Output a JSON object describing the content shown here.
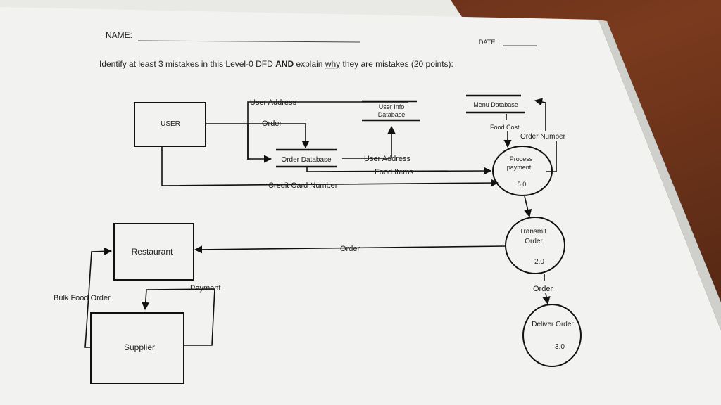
{
  "header": {
    "name_label": "NAME:",
    "date_label": "DATE:",
    "instructions_prefix": "Identify at least 3 mistakes in this Level-0 DFD ",
    "instructions_and": "AND",
    "instructions_mid": " explain ",
    "instructions_why": "why",
    "instructions_suffix": " they are mistakes (20 points):"
  },
  "entities": {
    "user": "USER",
    "restaurant": "Restaurant",
    "supplier": "Supplier"
  },
  "stores": {
    "user_info_line1": "User Info",
    "user_info_line2": "Database",
    "menu": "Menu Database",
    "order": "Order Database"
  },
  "processes": {
    "process_payment_line1": "Process",
    "process_payment_line2": "payment",
    "process_payment_num": "5.0",
    "transmit_line1": "Transmit",
    "transmit_line2": "Order",
    "transmit_num": "2.0",
    "deliver": "Deliver Order",
    "deliver_num": "3.0"
  },
  "flows": {
    "user_address_top": "User Address",
    "order_from_user": "Order",
    "user_address_mid": "User Address",
    "food_items": "Food Items",
    "credit_card": "Credit Card Number",
    "food_cost": "Food Cost",
    "order_number": "Order Number",
    "order_to_restaurant": "Order",
    "payment": "Payment",
    "bulk_food_order": "Bulk Food Order",
    "order_to_deliver": "Order"
  }
}
